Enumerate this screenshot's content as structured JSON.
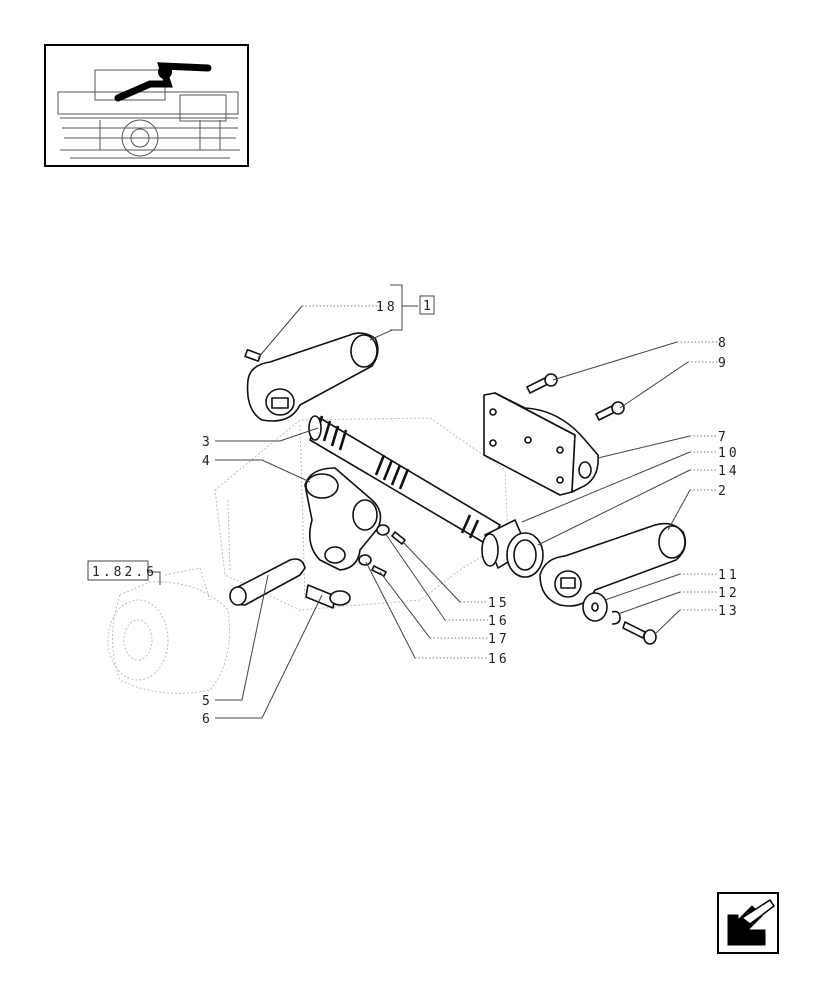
{
  "callouts": [
    {
      "id": "1",
      "text": "1"
    },
    {
      "id": "2",
      "text": "2"
    },
    {
      "id": "3",
      "text": "3"
    },
    {
      "id": "4",
      "text": "4"
    },
    {
      "id": "5",
      "text": "5"
    },
    {
      "id": "6",
      "text": "6"
    },
    {
      "id": "7",
      "text": "7"
    },
    {
      "id": "8",
      "text": "8"
    },
    {
      "id": "9",
      "text": "9"
    },
    {
      "id": "10",
      "text": "10"
    },
    {
      "id": "11",
      "text": "11"
    },
    {
      "id": "12",
      "text": "12"
    },
    {
      "id": "13",
      "text": "13"
    },
    {
      "id": "14",
      "text": "14"
    },
    {
      "id": "15",
      "text": "15"
    },
    {
      "id": "16a",
      "text": "16"
    },
    {
      "id": "16b",
      "text": "16"
    },
    {
      "id": "17",
      "text": "17"
    },
    {
      "id": "18",
      "text": "18"
    }
  ],
  "reference_box": {
    "text": "1.82.6"
  },
  "colors": {
    "line": "#111111",
    "ghost": "#bbbbbb",
    "background": "#ffffff"
  },
  "icons": {
    "thumbnail": "tractor-location-thumbnail",
    "nav": "back-arrow-icon"
  }
}
